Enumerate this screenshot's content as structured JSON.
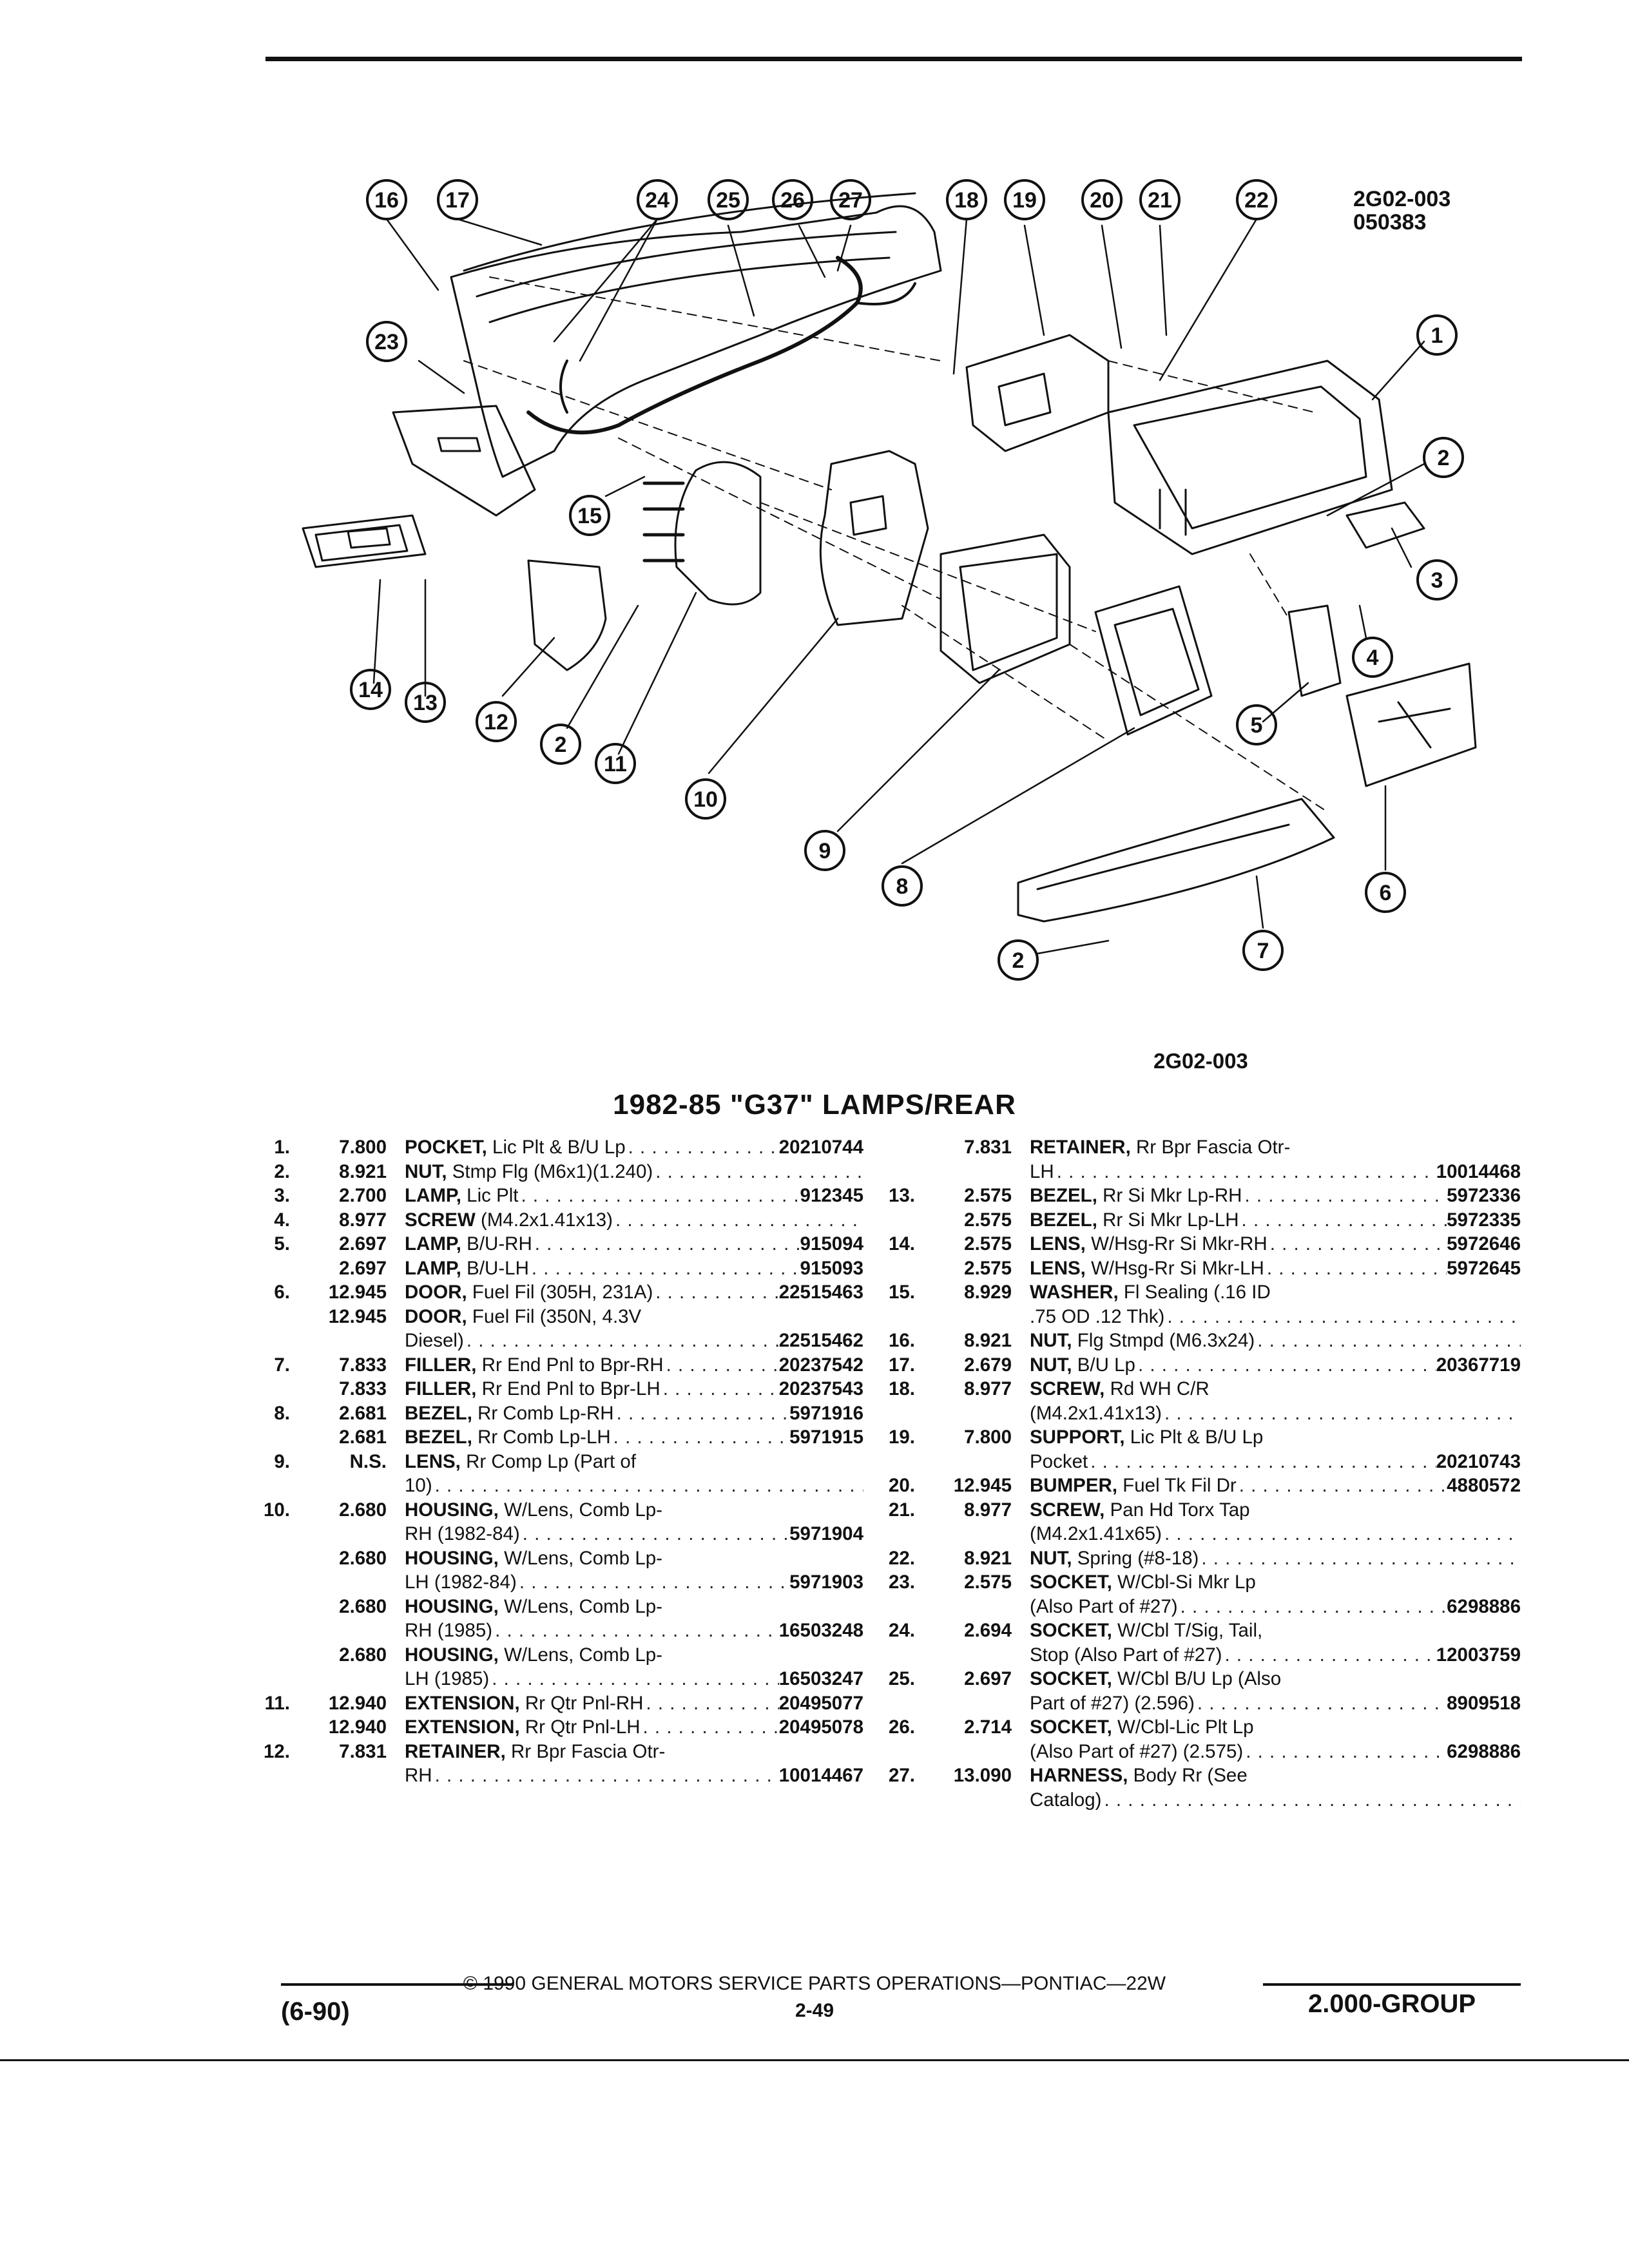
{
  "diagram": {
    "code_top": "2G02-003",
    "code_sub": "050383",
    "code_bottom": "2G02-003",
    "callouts": [
      "16",
      "17",
      "24",
      "25",
      "26",
      "27",
      "18",
      "19",
      "20",
      "21",
      "22",
      "1",
      "2",
      "3",
      "4",
      "5",
      "6",
      "7",
      "8",
      "9",
      "10",
      "11",
      "2",
      "12",
      "13",
      "14",
      "15",
      "23",
      "2"
    ]
  },
  "page_title": "1982-85 \"G37\" LAMPS/REAR",
  "entries_left": [
    {
      "num": "1.",
      "grp": "7.800",
      "lines": [
        {
          "name": "POCKET,",
          "text": " Lic Plt & B/U Lp",
          "pn": "20210744"
        }
      ]
    },
    {
      "num": "2.",
      "grp": "8.921",
      "lines": [
        {
          "name": "NUT,",
          "text": " Stmp Flg (M6x1)(1.240)",
          "pn": ""
        }
      ]
    },
    {
      "num": "3.",
      "grp": "2.700",
      "lines": [
        {
          "name": "LAMP,",
          "text": " Lic Plt",
          "pn": "912345"
        }
      ]
    },
    {
      "num": "4.",
      "grp": "8.977",
      "lines": [
        {
          "name": "SCREW",
          "text": " (M4.2x1.41x13)",
          "pn": ""
        }
      ]
    },
    {
      "num": "5.",
      "grp": "2.697",
      "lines": [
        {
          "name": "LAMP,",
          "text": " B/U-RH",
          "pn": "915094"
        }
      ]
    },
    {
      "num": "",
      "grp": "2.697",
      "lines": [
        {
          "name": "LAMP,",
          "text": " B/U-LH",
          "pn": "915093"
        }
      ]
    },
    {
      "num": "6.",
      "grp": "12.945",
      "lines": [
        {
          "name": "DOOR,",
          "text": " Fuel Fil (305H, 231A)",
          "pn": "22515463"
        }
      ]
    },
    {
      "num": "",
      "grp": "12.945",
      "lines": [
        {
          "name": "DOOR,",
          "text": " Fuel Fil (350N, 4.3V",
          "pn": "",
          "noleader": true
        },
        {
          "name": "",
          "text": "Diesel)",
          "pn": "22515462"
        }
      ]
    },
    {
      "num": "7.",
      "grp": "7.833",
      "lines": [
        {
          "name": "FILLER,",
          "text": " Rr End Pnl to Bpr-RH",
          "pn": "20237542"
        }
      ]
    },
    {
      "num": "",
      "grp": "7.833",
      "lines": [
        {
          "name": "FILLER,",
          "text": " Rr End Pnl to Bpr-LH",
          "pn": "20237543"
        }
      ]
    },
    {
      "num": "8.",
      "grp": "2.681",
      "lines": [
        {
          "name": "BEZEL,",
          "text": " Rr Comb Lp-RH",
          "pn": "5971916"
        }
      ]
    },
    {
      "num": "",
      "grp": "2.681",
      "lines": [
        {
          "name": "BEZEL,",
          "text": " Rr Comb Lp-LH",
          "pn": "5971915"
        }
      ]
    },
    {
      "num": "9.",
      "grp": "N.S.",
      "lines": [
        {
          "name": "LENS,",
          "text": " Rr Comp Lp (Part of",
          "pn": "",
          "noleader": true
        },
        {
          "name": "",
          "text": "10)",
          "pn": ""
        }
      ]
    },
    {
      "num": "10.",
      "grp": "2.680",
      "lines": [
        {
          "name": "HOUSING,",
          "text": " W/Lens, Comb Lp-",
          "pn": "",
          "noleader": true
        },
        {
          "name": "",
          "text": "RH (1982-84)",
          "pn": "5971904"
        }
      ]
    },
    {
      "num": "",
      "grp": "2.680",
      "lines": [
        {
          "name": "HOUSING,",
          "text": " W/Lens, Comb Lp-",
          "pn": "",
          "noleader": true
        },
        {
          "name": "",
          "text": "LH (1982-84)",
          "pn": "5971903"
        }
      ]
    },
    {
      "num": "",
      "grp": "2.680",
      "lines": [
        {
          "name": "HOUSING,",
          "text": " W/Lens, Comb Lp-",
          "pn": "",
          "noleader": true
        },
        {
          "name": "",
          "text": "RH (1985)",
          "pn": "16503248"
        }
      ]
    },
    {
      "num": "",
      "grp": "2.680",
      "lines": [
        {
          "name": "HOUSING,",
          "text": " W/Lens, Comb Lp-",
          "pn": "",
          "noleader": true
        },
        {
          "name": "",
          "text": "LH (1985)",
          "pn": "16503247"
        }
      ]
    },
    {
      "num": "11.",
      "grp": "12.940",
      "lines": [
        {
          "name": "EXTENSION,",
          "text": " Rr Qtr Pnl-RH",
          "pn": "20495077"
        }
      ]
    },
    {
      "num": "",
      "grp": "12.940",
      "lines": [
        {
          "name": "EXTENSION,",
          "text": " Rr Qtr Pnl-LH",
          "pn": "20495078"
        }
      ]
    },
    {
      "num": "12.",
      "grp": "7.831",
      "lines": [
        {
          "name": "RETAINER,",
          "text": " Rr Bpr Fascia Otr-",
          "pn": "",
          "noleader": true
        },
        {
          "name": "",
          "text": "RH",
          "pn": "10014467"
        }
      ]
    }
  ],
  "entries_right": [
    {
      "num": "",
      "grp": "7.831",
      "lines": [
        {
          "name": "RETAINER,",
          "text": " Rr Bpr Fascia Otr-",
          "pn": "",
          "noleader": true
        },
        {
          "name": "",
          "text": "LH",
          "pn": "10014468"
        }
      ]
    },
    {
      "num": "13.",
      "grp": "2.575",
      "lines": [
        {
          "name": "BEZEL,",
          "text": " Rr Si Mkr Lp-RH",
          "pn": "5972336"
        }
      ]
    },
    {
      "num": "",
      "grp": "2.575",
      "lines": [
        {
          "name": "BEZEL,",
          "text": " Rr Si Mkr Lp-LH",
          "pn": "5972335"
        }
      ]
    },
    {
      "num": "14.",
      "grp": "2.575",
      "lines": [
        {
          "name": "LENS,",
          "text": " W/Hsg-Rr Si Mkr-RH",
          "pn": "5972646"
        }
      ]
    },
    {
      "num": "",
      "grp": "2.575",
      "lines": [
        {
          "name": "LENS,",
          "text": " W/Hsg-Rr Si Mkr-LH",
          "pn": "5972645"
        }
      ]
    },
    {
      "num": "15.",
      "grp": "8.929",
      "lines": [
        {
          "name": "WASHER,",
          "text": " Fl Sealing (.16 ID",
          "pn": "",
          "noleader": true
        },
        {
          "name": "",
          "text": ".75 OD .12 Thk)",
          "pn": ""
        }
      ]
    },
    {
      "num": "16.",
      "grp": "8.921",
      "lines": [
        {
          "name": "NUT,",
          "text": " Flg Stmpd (M6.3x24)",
          "pn": ""
        }
      ]
    },
    {
      "num": "17.",
      "grp": "2.679",
      "lines": [
        {
          "name": "NUT,",
          "text": " B/U Lp",
          "pn": "20367719"
        }
      ]
    },
    {
      "num": "18.",
      "grp": "8.977",
      "lines": [
        {
          "name": "SCREW,",
          "text": " Rd WH C/R",
          "pn": "",
          "noleader": true
        },
        {
          "name": "",
          "text": "(M4.2x1.41x13)",
          "pn": ""
        }
      ]
    },
    {
      "num": "19.",
      "grp": "7.800",
      "lines": [
        {
          "name": "SUPPORT,",
          "text": " Lic Plt & B/U Lp",
          "pn": "",
          "noleader": true
        },
        {
          "name": "",
          "text": "Pocket",
          "pn": "20210743"
        }
      ]
    },
    {
      "num": "20.",
      "grp": "12.945",
      "lines": [
        {
          "name": "BUMPER,",
          "text": " Fuel Tk Fil Dr",
          "pn": "4880572"
        }
      ]
    },
    {
      "num": "21.",
      "grp": "8.977",
      "lines": [
        {
          "name": "SCREW,",
          "text": " Pan Hd Torx Tap",
          "pn": "",
          "noleader": true
        },
        {
          "name": "",
          "text": "(M4.2x1.41x65)",
          "pn": ""
        }
      ]
    },
    {
      "num": "22.",
      "grp": "8.921",
      "lines": [
        {
          "name": "NUT,",
          "text": " Spring (#8-18)",
          "pn": ""
        }
      ]
    },
    {
      "num": "23.",
      "grp": "2.575",
      "lines": [
        {
          "name": "SOCKET,",
          "text": " W/Cbl-Si Mkr Lp",
          "pn": "",
          "noleader": true
        },
        {
          "name": "",
          "text": "(Also Part of #27)",
          "pn": "6298886"
        }
      ]
    },
    {
      "num": "24.",
      "grp": "2.694",
      "lines": [
        {
          "name": "SOCKET,",
          "text": " W/Cbl T/Sig, Tail,",
          "pn": "",
          "noleader": true
        },
        {
          "name": "",
          "text": "Stop (Also Part of #27)",
          "pn": "12003759"
        }
      ]
    },
    {
      "num": "25.",
      "grp": "2.697",
      "lines": [
        {
          "name": "SOCKET,",
          "text": " W/Cbl B/U Lp (Also",
          "pn": "",
          "noleader": true
        },
        {
          "name": "",
          "text": "Part of #27) (2.596)",
          "pn": "8909518"
        }
      ]
    },
    {
      "num": "26.",
      "grp": "2.714",
      "lines": [
        {
          "name": "SOCKET,",
          "text": " W/Cbl-Lic Plt Lp",
          "pn": "",
          "noleader": true
        },
        {
          "name": "",
          "text": "(Also Part of #27) (2.575)",
          "pn": "6298886"
        }
      ]
    },
    {
      "num": "27.",
      "grp": "13.090",
      "lines": [
        {
          "name": "HARNESS,",
          "text": " Body Rr (See",
          "pn": "",
          "noleader": true
        },
        {
          "name": "",
          "text": "Catalog)",
          "pn": ""
        }
      ]
    }
  ],
  "footer": {
    "copyright": "© 1990 GENERAL MOTORS SERVICE PARTS OPERATIONS—PONTIAC—22W",
    "page": "2-49",
    "date": "(6-90)",
    "group": "2.000-GROUP"
  }
}
